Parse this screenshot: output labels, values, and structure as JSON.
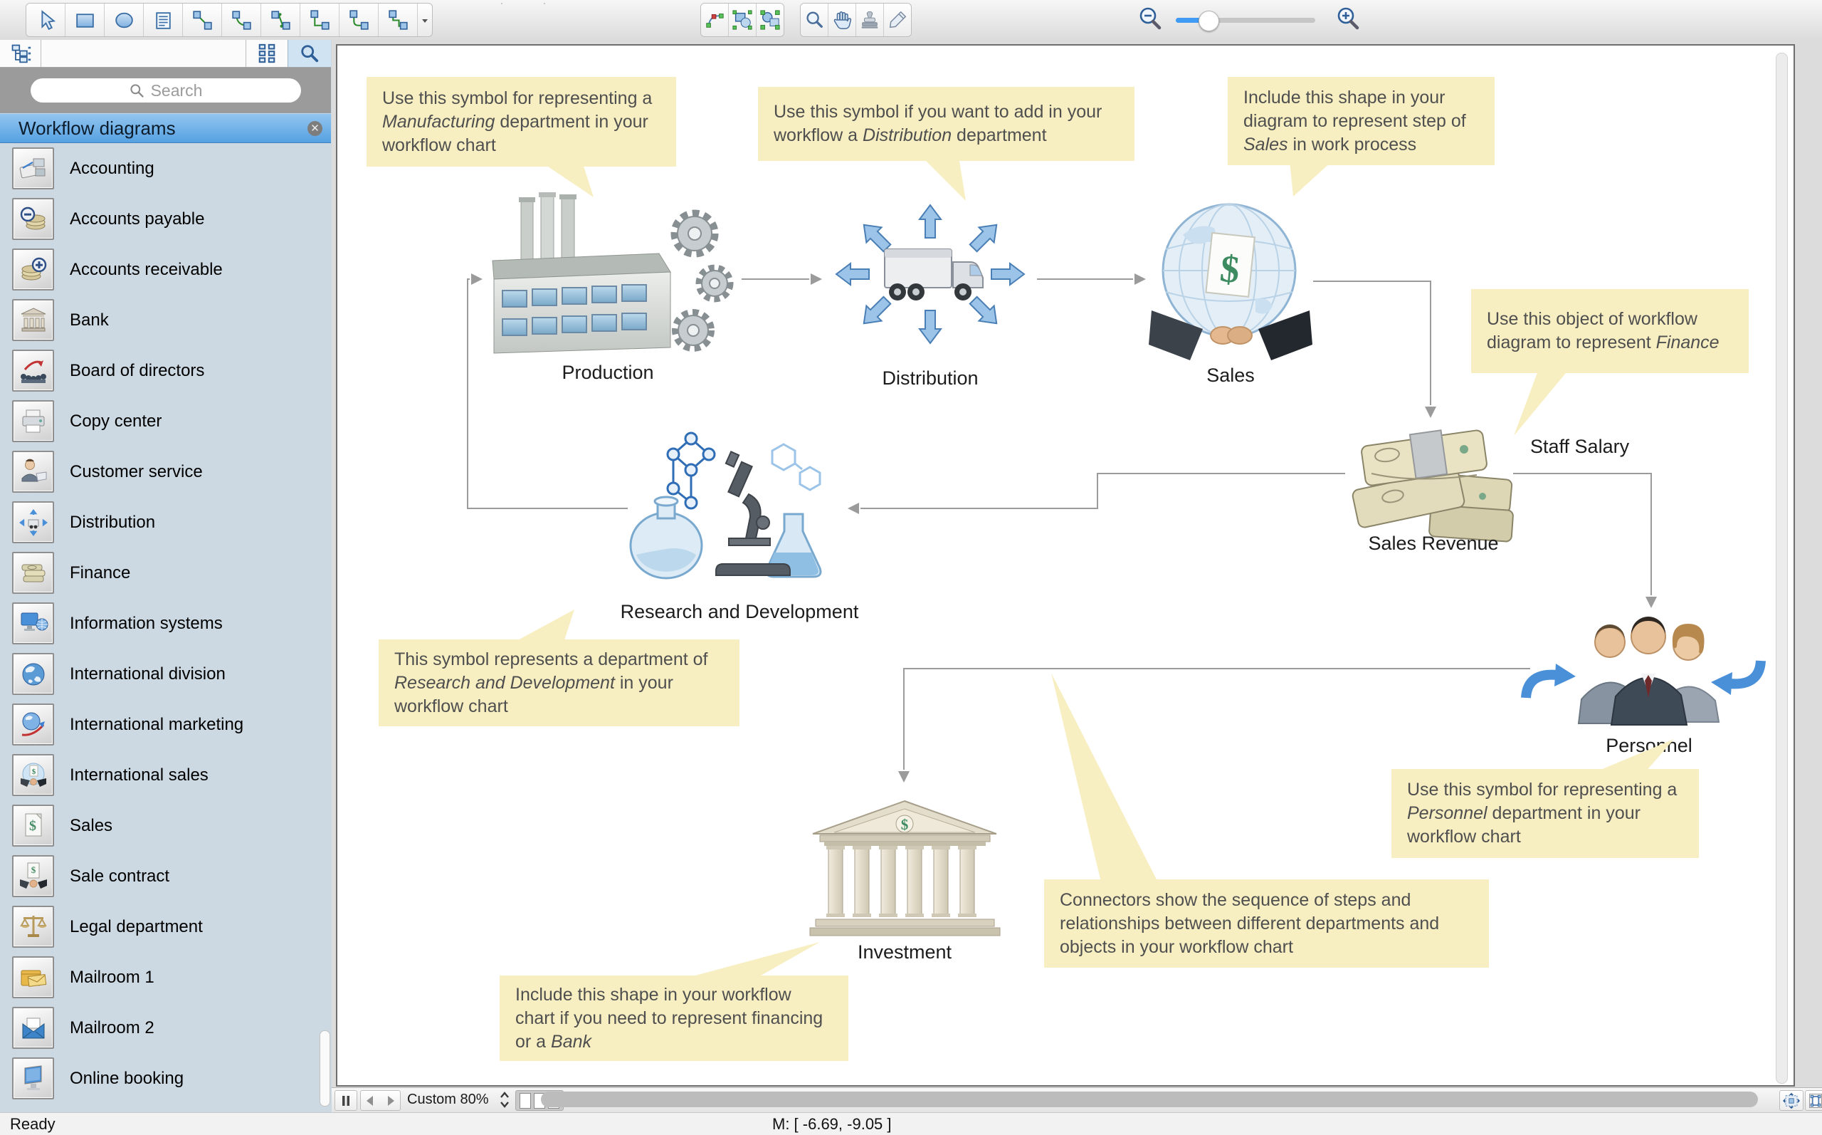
{
  "colors": {
    "accent_blue": "#4a90d9",
    "callout_bg": "#f7efc2",
    "connector_gray": "#9b9b9b",
    "sidebar_bg": "#ccd9e2",
    "header_blue": "#55a1e2"
  },
  "toolbar": {
    "groups": [
      {
        "id": "shape-tools",
        "items": [
          "pointer-tool",
          "rectangle-tool",
          "ellipse-tool",
          "text-tool",
          "connector-direct",
          "connector-arc",
          "connector-bezier",
          "connector-right-angle",
          "connector-rounded",
          "connector-smart",
          "dropdown-chevron"
        ]
      },
      {
        "id": "delete-tool-group",
        "items": [
          "delete-shape-tool"
        ]
      },
      {
        "id": "geometry-tools",
        "items": [
          "line-tool",
          "arc-tool",
          "curve-tool",
          "mirror-tool",
          "split-tool"
        ]
      },
      {
        "id": "edit-tools",
        "items": [
          "reshape-tool",
          "group-tool",
          "ungroup-tool"
        ]
      },
      {
        "id": "view-tools",
        "items": [
          "zoom-tool",
          "pan-tool",
          "stamp-tool",
          "style-picker-tool"
        ]
      }
    ],
    "zoom_slider_percent": 25
  },
  "sidebar": {
    "search_placeholder": "Search",
    "panel_title": "Workflow diagrams",
    "items": [
      {
        "label": "Accounting",
        "icon": "accounting-icon"
      },
      {
        "label": "Accounts payable",
        "icon": "accounts-payable-icon"
      },
      {
        "label": "Accounts receivable",
        "icon": "accounts-receivable-icon"
      },
      {
        "label": "Bank",
        "icon": "bank-icon"
      },
      {
        "label": "Board of directors",
        "icon": "board-of-directors-icon"
      },
      {
        "label": "Copy center",
        "icon": "copy-center-icon"
      },
      {
        "label": "Customer service",
        "icon": "customer-service-icon"
      },
      {
        "label": "Distribution",
        "icon": "distribution-mini-icon"
      },
      {
        "label": "Finance",
        "icon": "finance-icon"
      },
      {
        "label": "Information systems",
        "icon": "information-systems-icon"
      },
      {
        "label": "International division",
        "icon": "international-division-icon"
      },
      {
        "label": "International marketing",
        "icon": "international-marketing-icon"
      },
      {
        "label": "International sales",
        "icon": "international-sales-icon"
      },
      {
        "label": "Sales",
        "icon": "sales-doc-icon"
      },
      {
        "label": "Sale contract",
        "icon": "sale-contract-icon"
      },
      {
        "label": "Legal department",
        "icon": "legal-department-icon"
      },
      {
        "label": "Mailroom 1",
        "icon": "mailroom-1-icon"
      },
      {
        "label": "Mailroom 2",
        "icon": "mailroom-2-icon"
      },
      {
        "label": "Online booking",
        "icon": "online-booking-icon"
      }
    ]
  },
  "canvas": {
    "nodes": [
      {
        "label": "Production"
      },
      {
        "label": "Distribution"
      },
      {
        "label": "Sales"
      },
      {
        "label": "Staff Salary"
      },
      {
        "label": "Sales Revenue"
      },
      {
        "label": "Research and Development"
      },
      {
        "label": "Investment"
      },
      {
        "label": "Personnel"
      }
    ],
    "callouts": [
      {
        "pre": "Use this symbol for representing a ",
        "em": "Manufacturing",
        "post": " department in your workflow chart"
      },
      {
        "pre": "Use this symbol if you want to add in your workflow a ",
        "em": "Distribution",
        "post": " department"
      },
      {
        "pre": "Include this shape in your diagram to represent step of ",
        "em": "Sales",
        "post": " in work process"
      },
      {
        "pre": "Use this object of workflow diagram to represent ",
        "em": "Finance",
        "post": ""
      },
      {
        "pre": "This symbol represents a department of ",
        "em": "Research and Development",
        "post": " in your workflow chart"
      },
      {
        "pre": "Use this symbol for representing a ",
        "em": "Personnel",
        "post": " department in your workflow chart"
      },
      {
        "pre": "Connectors show the sequence of steps and relationships between different departments and objects in your workflow chart",
        "em": "",
        "post": ""
      },
      {
        "pre": "Include this shape in your workflow chart if you need to represent financing or a ",
        "em": "Bank",
        "post": ""
      }
    ]
  },
  "footer": {
    "zoom_label": "Custom 80%"
  },
  "statusbar": {
    "ready": "Ready",
    "coords": "M: [ -6.69, -9.05 ]"
  }
}
